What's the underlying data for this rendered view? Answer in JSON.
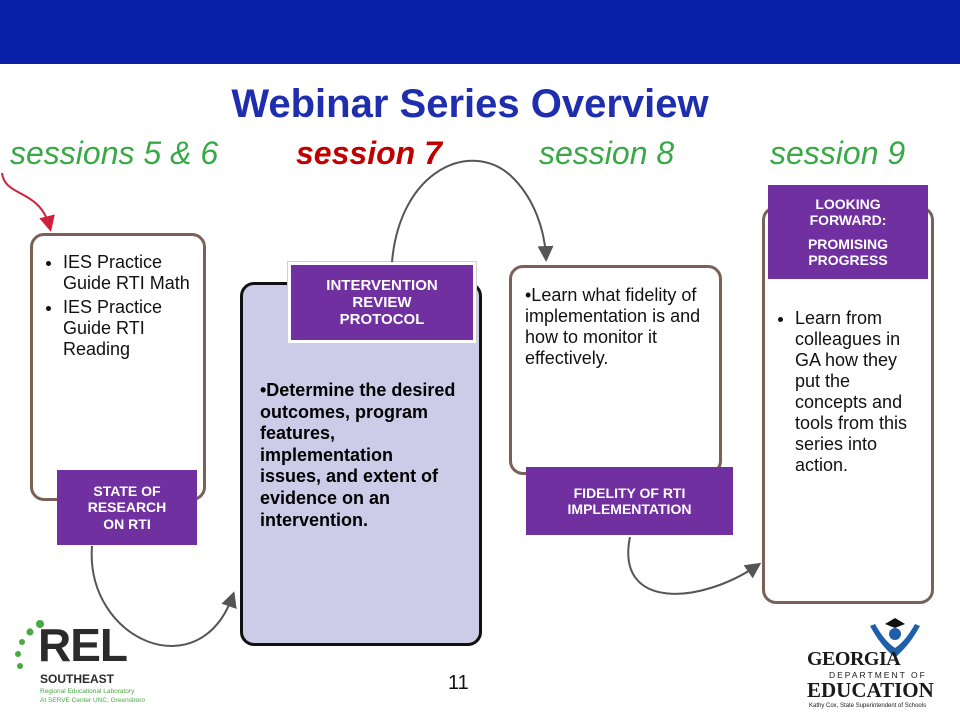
{
  "title": "Webinar Series Overview",
  "sessions": [
    {
      "label": "sessions 5 & 6",
      "color": "#39a947"
    },
    {
      "label": "session 7",
      "color": "#c00000"
    },
    {
      "label": "session 8",
      "color": "#39a947"
    },
    {
      "label": "session 9",
      "color": "#39a947"
    }
  ],
  "cards": {
    "state": {
      "items": [
        "IES Practice Guide RTI Math",
        "IES Practice Guide RTI Reading"
      ],
      "tag_lines": [
        "STATE OF",
        "RESEARCH",
        "ON RTI"
      ]
    },
    "intervention": {
      "tag_lines": [
        "INTERVENTION",
        "REVIEW",
        "PROTOCOL"
      ],
      "text": "•Determine the desired outcomes, program features, implementation issues, and extent of evidence on an intervention."
    },
    "fidelity": {
      "text": "•Learn what fidelity of implementation is and how to monitor it effectively.",
      "tag_lines": [
        "FIDELITY OF RTI",
        "IMPLEMENTATION"
      ]
    },
    "looking": {
      "tag_lines": [
        "LOOKING",
        "FORWARD:",
        "PROMISING",
        "PROGRESS"
      ],
      "items": [
        "Learn from colleagues in GA how they put the concepts and tools from this series into action."
      ]
    }
  },
  "page_number": "11",
  "logos": {
    "rel": {
      "main": "REL",
      "sub": "SOUTHEAST",
      "tag1": "Regional Educational Laboratory",
      "tag2": "At SERVE Center UNC, Greensboro"
    },
    "georgia": {
      "line1": "GEORGIA",
      "line2": "DEPARTMENT OF",
      "line3": "EDUCATION",
      "line4": "Kathy Cox, State Superintendent of Schools"
    }
  },
  "colors": {
    "topbar": "#0a1fa8",
    "title": "#1f2eae",
    "tag": "#7030a0",
    "card_highlight": "#cccce8",
    "rel_green": "#49a942"
  }
}
